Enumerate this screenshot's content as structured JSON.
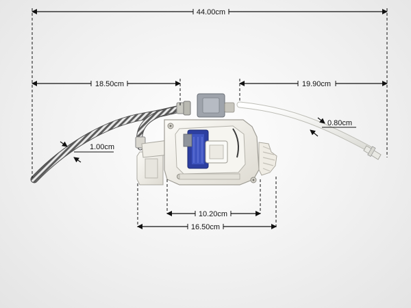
{
  "dimensions": {
    "overall_width": "44.00cm",
    "left_hose_length": "18.50cm",
    "right_hose_length": "19.90cm",
    "right_hose_diameter": "0.80cm",
    "left_hose_diameter": "1.00cm",
    "inner_body_width": "10.20cm",
    "outer_body_width": "16.50cm"
  },
  "colors": {
    "dimension_line": "#111111",
    "braided_hose": "#6d6d6d",
    "plastic_body": "#f1efe9",
    "motor_blue": "#2d3fa0",
    "white_tube": "#f7f7f4"
  }
}
